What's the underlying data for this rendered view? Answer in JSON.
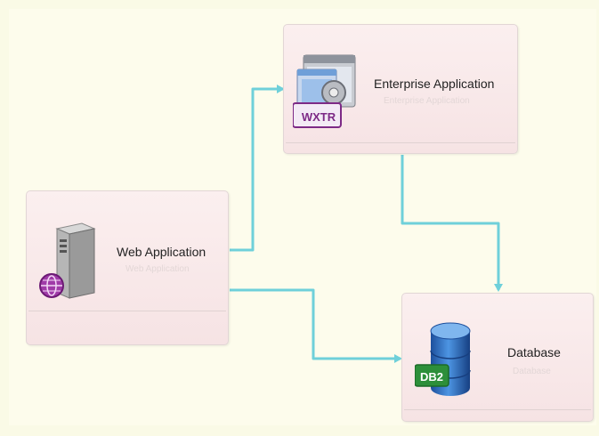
{
  "nodes": {
    "enterprise": {
      "title": "Enterprise Application",
      "subtitle": "Enterprise Application",
      "badge": "WXTR"
    },
    "web": {
      "title": "Web Application",
      "subtitle": "Web Application"
    },
    "database": {
      "title": "Database",
      "subtitle": "Database",
      "badge": "DB2"
    }
  },
  "colors": {
    "connector": "#6fd0da",
    "badge_wxtr": "#7d2a86",
    "badge_db2": "#2d8f3a"
  }
}
